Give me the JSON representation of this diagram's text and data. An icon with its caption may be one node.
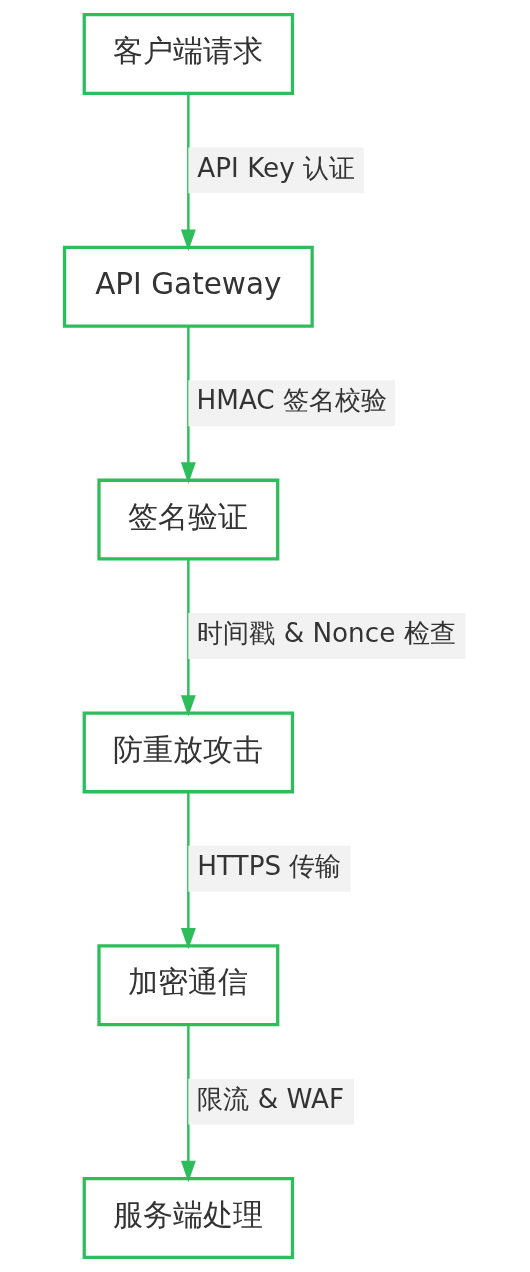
{
  "diagram": {
    "nodes": [
      {
        "text": [
          "客户端请求"
        ]
      },
      {
        "text": [
          "API Gateway"
        ]
      },
      {
        "text": [
          "签名验证"
        ]
      },
      {
        "text": [
          "防重放攻击"
        ]
      },
      {
        "text": [
          "加密通信"
        ]
      },
      {
        "text": [
          "服务端处理"
        ]
      }
    ],
    "edges": [
      {
        "from": 0,
        "to": 1,
        "arrow": "to",
        "label": "API Key 认证"
      },
      {
        "from": 1,
        "to": 2,
        "arrow": "to",
        "label": "HMAC 签名校验"
      },
      {
        "from": 2,
        "to": 3,
        "arrow": "to",
        "label": "时间戳 & Nonce 检查"
      },
      {
        "from": 3,
        "to": 4,
        "arrow": "to",
        "label": "HTTPS 传输"
      },
      {
        "from": 4,
        "to": 5,
        "arrow": "to",
        "label": "限流 & WAF"
      }
    ]
  }
}
